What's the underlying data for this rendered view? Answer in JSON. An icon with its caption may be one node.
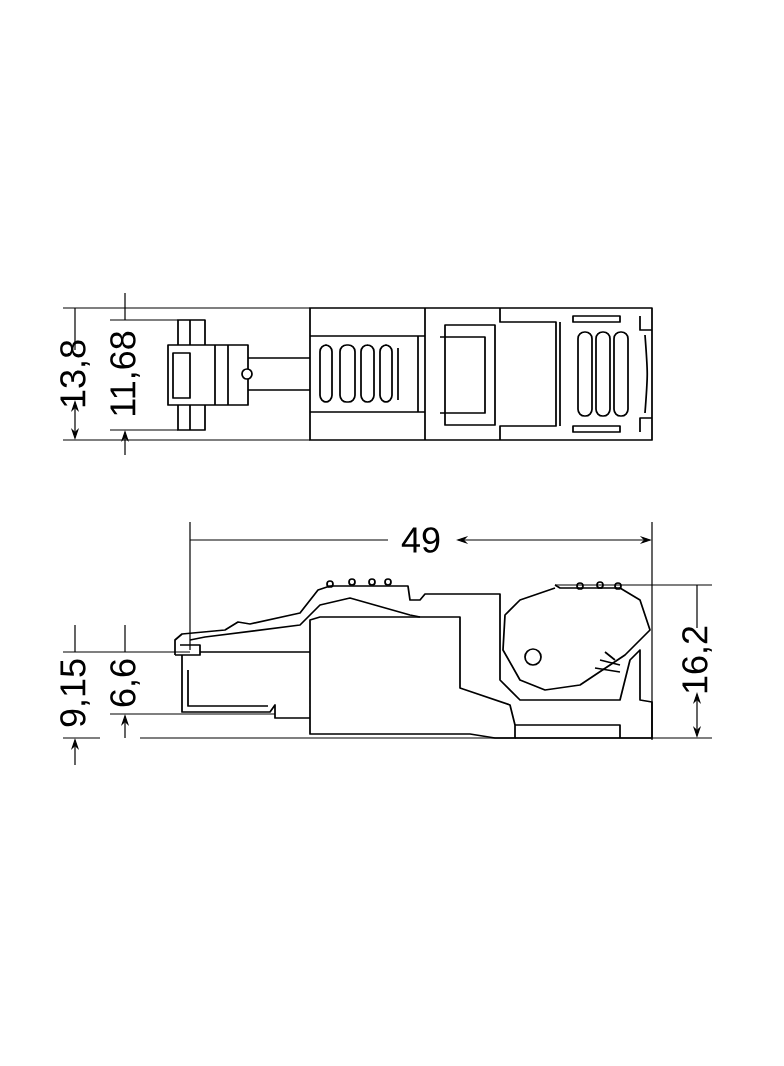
{
  "diagram": {
    "labels": [
      "13,8",
      "11,68",
      "49",
      "16,2",
      "9,15",
      "6,6"
    ]
  }
}
